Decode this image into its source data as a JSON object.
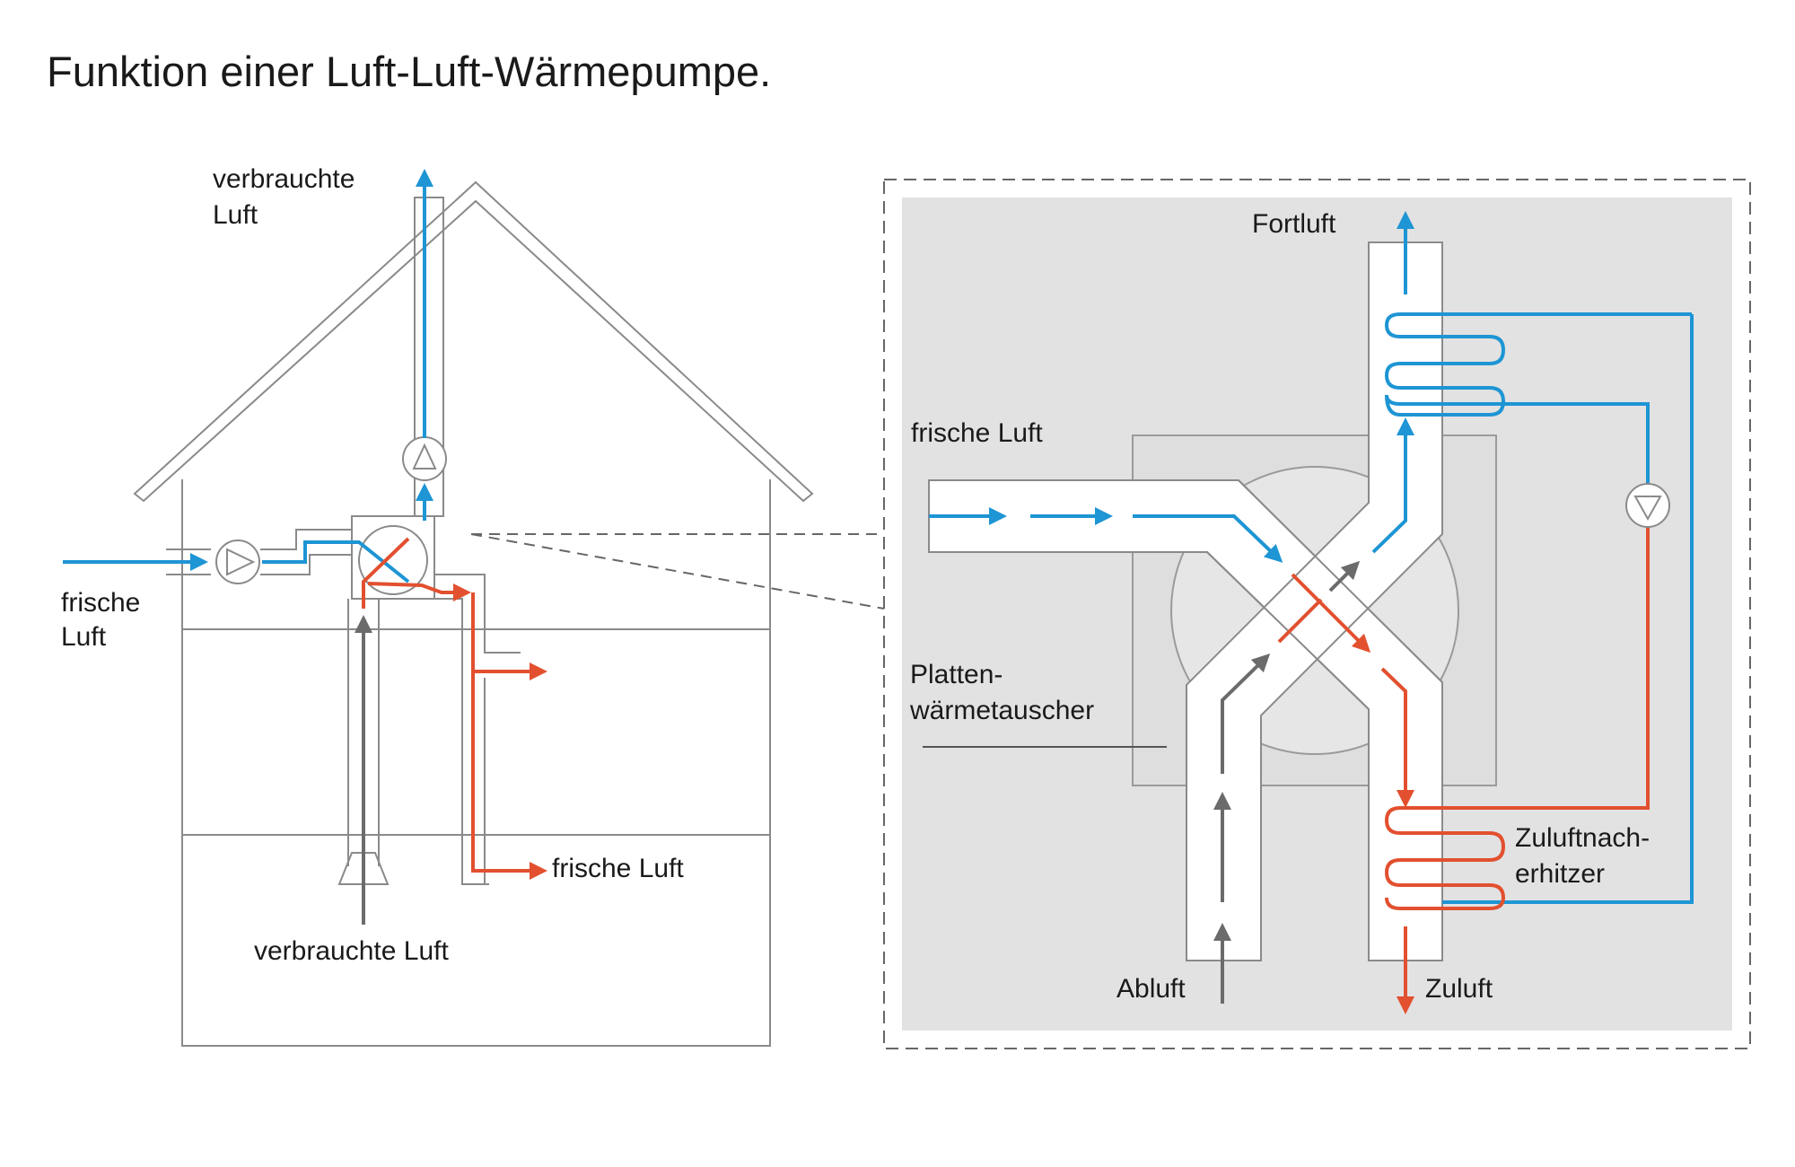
{
  "title": "Funktion einer Luft-Luft-Wärmepumpe.",
  "house": {
    "exhaust_top_line1": "verbrauchte",
    "exhaust_top_line2": "Luft",
    "fresh_in_line1": "frische",
    "fresh_in_line2": "Luft",
    "fresh_out": "frische Luft",
    "used_air_bottom": "verbrauchte Luft"
  },
  "detail": {
    "fortluft": "Fortluft",
    "frische_luft": "frische Luft",
    "exchanger_line1": "Platten-",
    "exchanger_line2": "wärmetauscher",
    "reheater_line1": "Zuluftnach-",
    "reheater_line2": "erhitzer",
    "abluft": "Abluft",
    "zuluft": "Zuluft"
  },
  "colors": {
    "blue": "#1e95d4",
    "red": "#e2502f",
    "gray": "#6b6b6b",
    "outline": "#8a8a8a",
    "panel": "#e2e2e2"
  }
}
